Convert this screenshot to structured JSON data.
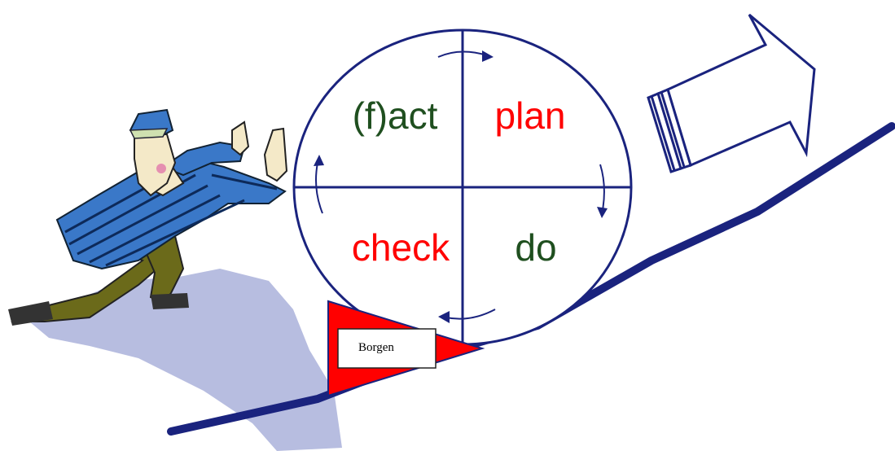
{
  "diagram": {
    "quadrants": {
      "act": {
        "label": "(f)act",
        "color": "#1f4f1f"
      },
      "plan": {
        "label": "plan",
        "color": "#ff0000"
      },
      "check": {
        "label": "check",
        "color": "#ff0000"
      },
      "do": {
        "label": "do",
        "color": "#1f4f1f"
      }
    },
    "wedge": {
      "label": "Borgen",
      "color": "#ff0000"
    },
    "colors": {
      "line": "#1a237e",
      "shadow": "#b7bde0",
      "shirt": "#3a78c8",
      "pants": "#6b6a1a"
    },
    "icons": [
      "person-pushing-illustration",
      "big-arrow-icon",
      "cycle-arrow-icon"
    ]
  }
}
